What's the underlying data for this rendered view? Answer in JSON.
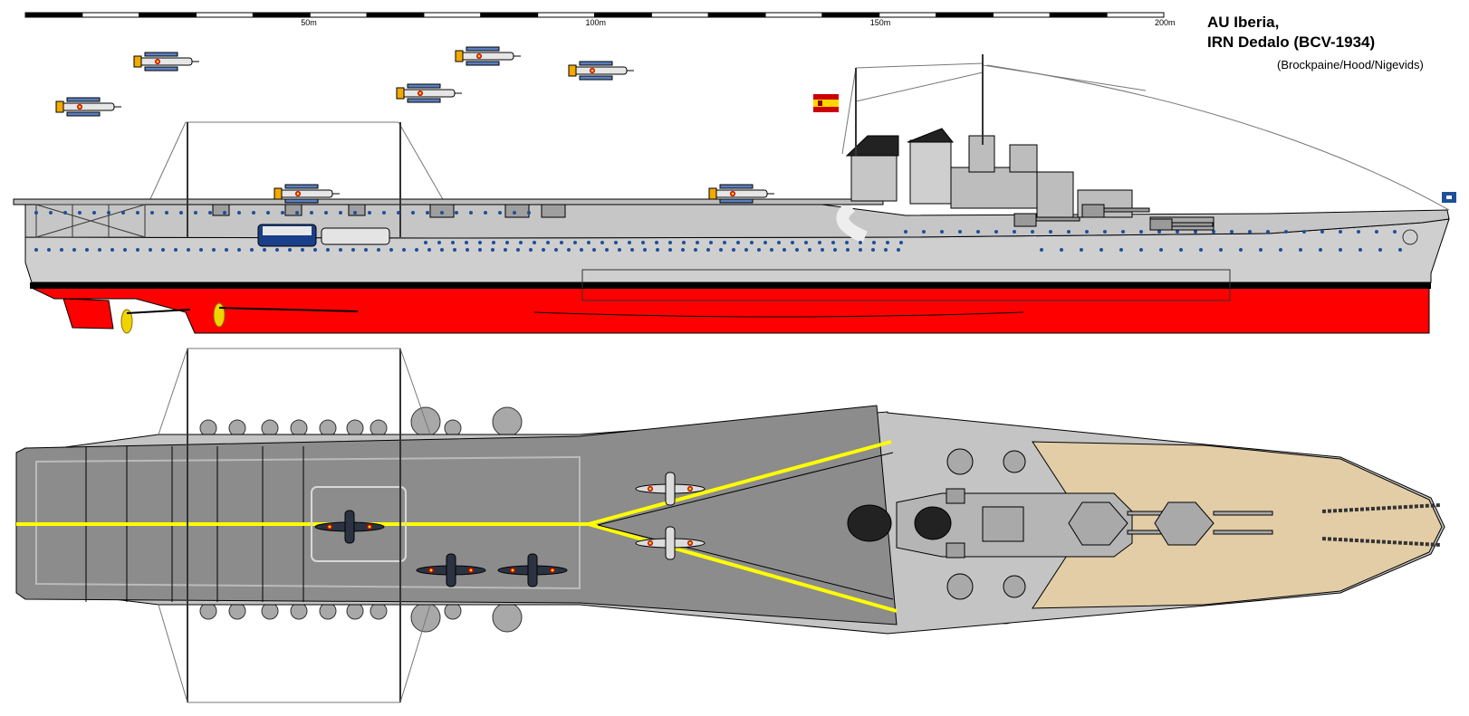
{
  "title": {
    "line1": "AU Iberia,",
    "line2": "IRN Dedalo (BCV-1934)",
    "credit": "(Brockpaine/Hood/Nigevids)"
  },
  "scale_bar": {
    "labels": [
      "50m",
      "100m",
      "150m",
      "200m"
    ],
    "max_m": 200,
    "segments": 20
  },
  "colors": {
    "hull_gray": "#cfcfcf",
    "hull_dark": "#9a9a9a",
    "red_bottom": "#ff0000",
    "boot_black": "#000000",
    "deck_gray": "#8c8c8c",
    "deck_dark": "#737373",
    "deck_yellow": "#ffff00",
    "wood_deck": "#e2cda6",
    "superstructure": "#bdbdbd",
    "porthole_blue": "#1e4f9a",
    "flag_red": "#cc0000",
    "flag_yellow": "#ffd700"
  },
  "icons": [
    "spanish-flag-icon",
    "jack-flag-icon",
    "biplane-icon",
    "fighter-icon",
    "propeller-icon"
  ]
}
